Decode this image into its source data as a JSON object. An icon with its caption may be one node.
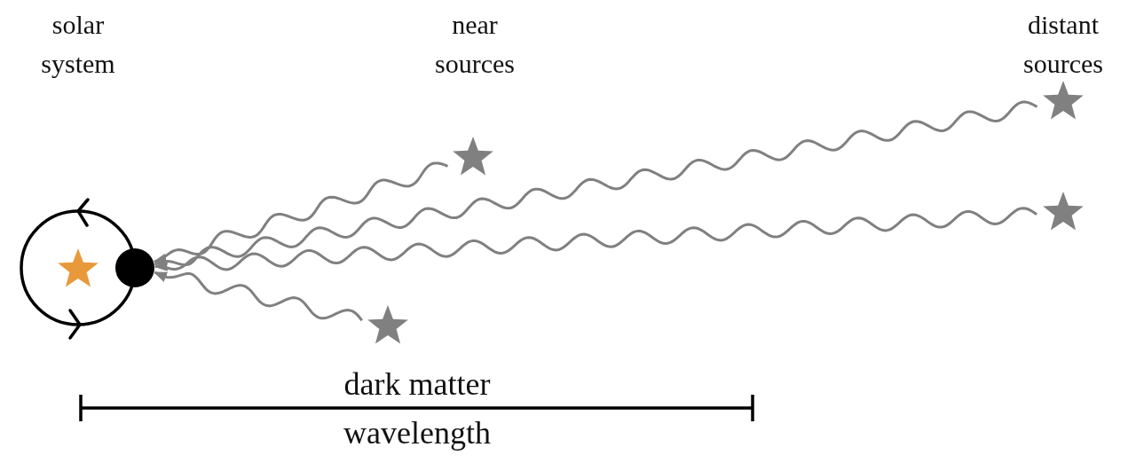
{
  "diagram": {
    "nodes": [
      {
        "text": [],
        "shape": "circle"
      },
      {
        "text": [],
        "shape": "star"
      },
      {
        "text": [],
        "shape": "star"
      },
      {
        "text": [],
        "shape": "star"
      },
      {
        "text": [],
        "shape": "star"
      }
    ],
    "edges": [
      {
        "from": 1,
        "to": 0,
        "arrow": "to"
      },
      {
        "from": 2,
        "to": 0,
        "arrow": "to"
      },
      {
        "from": 3,
        "to": 0,
        "arrow": "to"
      },
      {
        "from": 4,
        "to": 0,
        "arrow": "to"
      }
    ],
    "labels": [
      "solar system",
      "near sources",
      "distant sources",
      "dark matter",
      "wavelength"
    ]
  }
}
